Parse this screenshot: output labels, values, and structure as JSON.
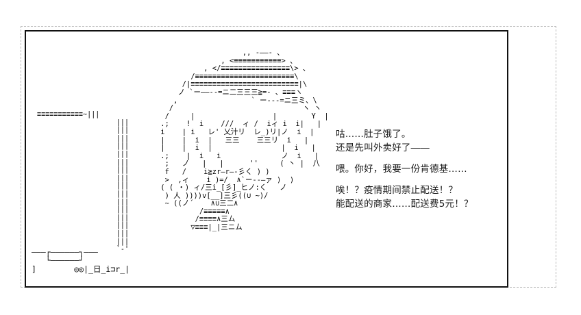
{
  "scene": {
    "title": "ASCII Art Visual Novel Scene",
    "background_color": "#ffffff",
    "frame_color": "#111111",
    "outer_frame_color": "#b9b9b9",
    "text_color": "#1a1a1a"
  },
  "ascii_art": {
    "character": "                    ,, -――- 、\n               , <≡≡≡≡≡≡≡≡≡≡≡> 、\n           , </≡≡≡≡≡≡≡≡≡≡≡≡≡≡≡≡\\> 、\n        /≡≡≡≡≡≡≡≡≡≡≡≡≡≡≡≡≡≡≡≡≡≡≡\\\n      /|≡≡≡≡≡≡≡≡≡≡≡≡≡≡≡≡≡≡≡≡≡≡≡≡≡|\\\n     ノ `ー――--=ニ二三三三≧=- 、≡≡≡ヽ\n    ,                 ` ー---=ニ三ミ、\\\n   /                              ヽ ヽ\n  /     |                  |        Y  |\n .;    !  i    ///  ィ /  iィ i  i|   |\n i    | i   レ' 乂汁リ  レ_)リ|ノ  i  |\n |    |  i  |   三三    三三リ  i   |\n |    |  i  |                |  i   |\n .;    |  i   i              ノ  i   |\n  ;   ノ   |   |      ''     ( 丶 |  八\n  f   /    i≧zr―r―-彡く ) )\n  >  ,ィ    i )=/  ∧`ー--―ァ )  )\n ( ( ・) ィ/三i_[彡]_ヒノ:く   ノ\n  ) 人 ))))v[__]三彡((∪ ~)/\n  ~ ((ノ´    ∧∪三二∧\n          /≡≡≡≡≡∧\n         /≡≡≡≡∧三ム\n        ▽≡≡≡|_|三ニム",
    "curtain": "≡≡≡≡≡≡≡≡≡≡≡~|||\n                   |||\n                   |||\n                   |||\n                   |||\n                   |||\n                   |||\n                   |||\n                   |||\n                   |||\n                   |||\n                   |||\n                   |||\n                   |||\n                   |||\n                   |||\n                   |||\n                   `-'",
    "desk": "―――┌――――――┐―――\n   └――――――┘\n]        ◎◎|_日_i⊐r_|"
  },
  "dialogue": {
    "paragraphs": [
      {
        "id": "p1",
        "lines": [
          "咕……肚子饿了。",
          "还是先叫外卖好了――"
        ]
      },
      {
        "id": "p2",
        "lines": [
          "喂。你好，我要一份肯德基……"
        ]
      },
      {
        "id": "p3",
        "lines": [
          "唉！？疫情期间禁止配送！？",
          "能配送的商家……配送费5元！？"
        ]
      }
    ]
  }
}
